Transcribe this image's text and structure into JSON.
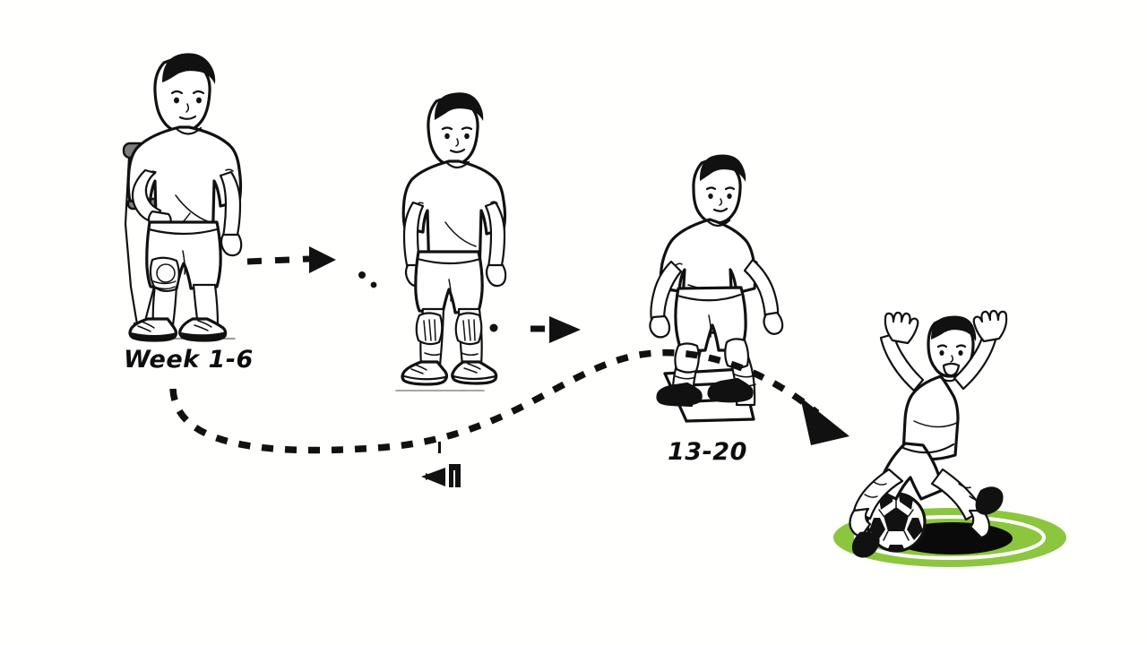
{
  "illustration": {
    "title": "ACL knee injury rehabilitation to return-to-play timeline",
    "style": "black-and-white line art sketch on white background",
    "background_color": "#fffffe",
    "line_color": "#111111",
    "accent_green": "#8cc63f",
    "crutch_gray": "#7d7d7d"
  },
  "labels": {
    "phase1": "Week 1-6",
    "phase3": "13-20",
    "glitch_artifact": "⊲η"
  },
  "stages": [
    {
      "id": "stage-1",
      "name": "crutch-walking-figure",
      "caption": "Week 1-6",
      "description": "Man standing with an underarm crutch under his left arm and a brace on his right knee"
    },
    {
      "id": "stage-2",
      "name": "standing-figure-knee-pads",
      "caption": "",
      "description": "Man standing upright wearing knee pads on both knees, no crutch"
    },
    {
      "id": "stage-3",
      "name": "agility-ladder-drill-figure",
      "caption": "13-20",
      "description": "Man performing a footwork drill stepping through an agility ladder"
    },
    {
      "id": "stage-4",
      "name": "celebrating-player-figure",
      "caption": "",
      "description": "Player leaping with both arms raised above a soccer ball on a green pitch circle"
    }
  ],
  "connectors": [
    {
      "id": "arrow-1",
      "name": "dashed-arrow-stage1-to-stage2",
      "style": "dashed line with solid triangular arrowhead pointing right"
    },
    {
      "id": "arrow-2",
      "name": "dashed-arrow-stage2-to-stage3",
      "style": "short dash with solid triangular arrowhead pointing right"
    },
    {
      "id": "arrow-3",
      "name": "dashed-s-curve-arrow-to-stage4",
      "style": "long dashed S-shaped curve ending in a solid arrowhead pointing down-right"
    }
  ],
  "field": {
    "name": "soccer-pitch-ellipse",
    "green": "#8cc63f",
    "ring_color": "#ffffff",
    "shadow_color": "#0a0a0a"
  },
  "ball": {
    "name": "soccer-ball",
    "panel_dark": "#111111",
    "panel_light": "#ffffff"
  }
}
